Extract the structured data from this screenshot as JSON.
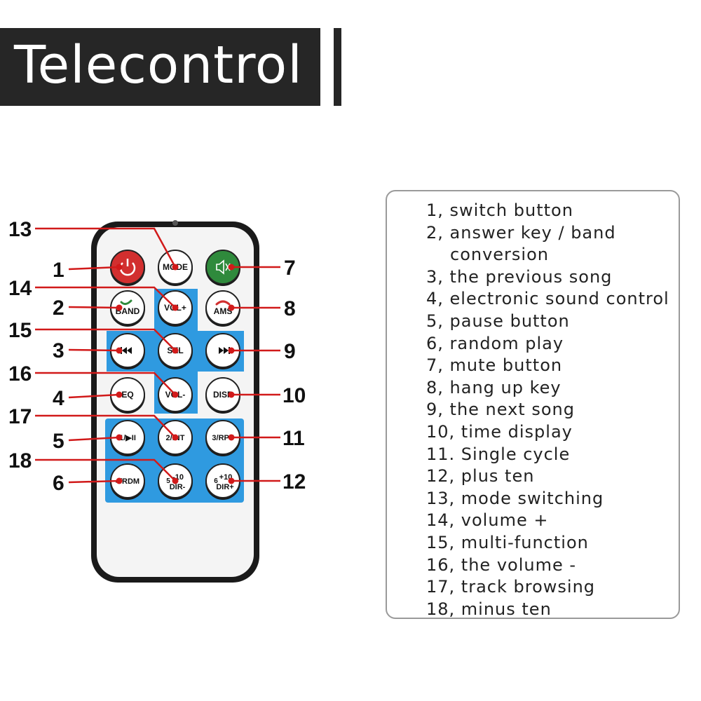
{
  "title": "Telecontrol",
  "colors": {
    "title_bg": "#262626",
    "callout_line": "#d11a1a",
    "power_button": "#d22f2f",
    "mute_button": "#2f8a3c",
    "keypad_blue": "#2f9ae0",
    "remote_body": "#f2f2f2",
    "remote_border": "#1a1a1a"
  },
  "buttons": [
    {
      "id": 1,
      "label": "",
      "icon": "power-icon",
      "row": 0,
      "col": 0
    },
    {
      "id": 13,
      "label": "MODE",
      "icon": "",
      "row": 0,
      "col": 1
    },
    {
      "id": 7,
      "label": "",
      "icon": "mute-icon",
      "row": 0,
      "col": 2
    },
    {
      "id": 2,
      "label": "BAND",
      "icon": "phone-answer-icon",
      "row": 1,
      "col": 0
    },
    {
      "id": 14,
      "label": "VOL+",
      "icon": "",
      "row": 1,
      "col": 1
    },
    {
      "id": 8,
      "label": "AMS",
      "icon": "phone-hangup-icon",
      "row": 1,
      "col": 2
    },
    {
      "id": 3,
      "label": "",
      "icon": "previous-track-icon",
      "row": 2,
      "col": 0
    },
    {
      "id": 15,
      "label": "SEL",
      "icon": "",
      "row": 2,
      "col": 1
    },
    {
      "id": 9,
      "label": "",
      "icon": "next-track-icon",
      "row": 2,
      "col": 2
    },
    {
      "id": 4,
      "label": "EQ",
      "icon": "",
      "row": 3,
      "col": 0
    },
    {
      "id": 16,
      "label": "VOL-",
      "icon": "",
      "row": 3,
      "col": 1
    },
    {
      "id": 10,
      "label": "DISP",
      "icon": "",
      "row": 3,
      "col": 2
    },
    {
      "id": 5,
      "label": "1/▶II",
      "icon": "",
      "row": 4,
      "col": 0
    },
    {
      "id": 17,
      "label": "2/INT",
      "icon": "",
      "row": 4,
      "col": 1
    },
    {
      "id": 11,
      "label": "3/RPT",
      "icon": "",
      "row": 4,
      "col": 2
    },
    {
      "id": 6,
      "label": "4/RDM",
      "icon": "",
      "row": 5,
      "col": 0
    },
    {
      "id": 18,
      "label": "5 -10 DIR-",
      "icon": "",
      "row": 5,
      "col": 1
    },
    {
      "id": 12,
      "label": "6 +10 DIR+",
      "icon": "",
      "row": 5,
      "col": 2
    }
  ],
  "callouts_left": [
    {
      "number": "13",
      "target": 13
    },
    {
      "number": "1",
      "target": 1
    },
    {
      "number": "14",
      "target": 14
    },
    {
      "number": "2",
      "target": 2
    },
    {
      "number": "15",
      "target": 15
    },
    {
      "number": "3",
      "target": 3
    },
    {
      "number": "16",
      "target": 16
    },
    {
      "number": "4",
      "target": 4
    },
    {
      "number": "17",
      "target": 17
    },
    {
      "number": "5",
      "target": 5
    },
    {
      "number": "18",
      "target": 18
    },
    {
      "number": "6",
      "target": 6
    }
  ],
  "callouts_right": [
    {
      "number": "7",
      "target": 7
    },
    {
      "number": "8",
      "target": 8
    },
    {
      "number": "9",
      "target": 9
    },
    {
      "number": "10",
      "target": 10
    },
    {
      "number": "11",
      "target": 11
    },
    {
      "number": "12",
      "target": 12
    }
  ],
  "legend": [
    {
      "text": "1, switch button",
      "cont": false
    },
    {
      "text": "2, answer key / band",
      "cont": false
    },
    {
      "text": "conversion",
      "cont": true
    },
    {
      "text": "3, the previous song",
      "cont": false
    },
    {
      "text": "4, electronic sound control",
      "cont": false
    },
    {
      "text": "5, pause button",
      "cont": false
    },
    {
      "text": "6, random play",
      "cont": false
    },
    {
      "text": "7, mute button",
      "cont": false
    },
    {
      "text": "8, hang up key",
      "cont": false
    },
    {
      "text": "9, the next song",
      "cont": false
    },
    {
      "text": "10, time display",
      "cont": false
    },
    {
      "text": "11. Single cycle",
      "cont": false
    },
    {
      "text": "12, plus ten",
      "cont": false
    },
    {
      "text": "13, mode switching",
      "cont": false
    },
    {
      "text": "14, volume +",
      "cont": false
    },
    {
      "text": "15, multi-function",
      "cont": false
    },
    {
      "text": "16, the volume -",
      "cont": false
    },
    {
      "text": "17, track browsing",
      "cont": false
    },
    {
      "text": "18, minus ten",
      "cont": false
    }
  ]
}
